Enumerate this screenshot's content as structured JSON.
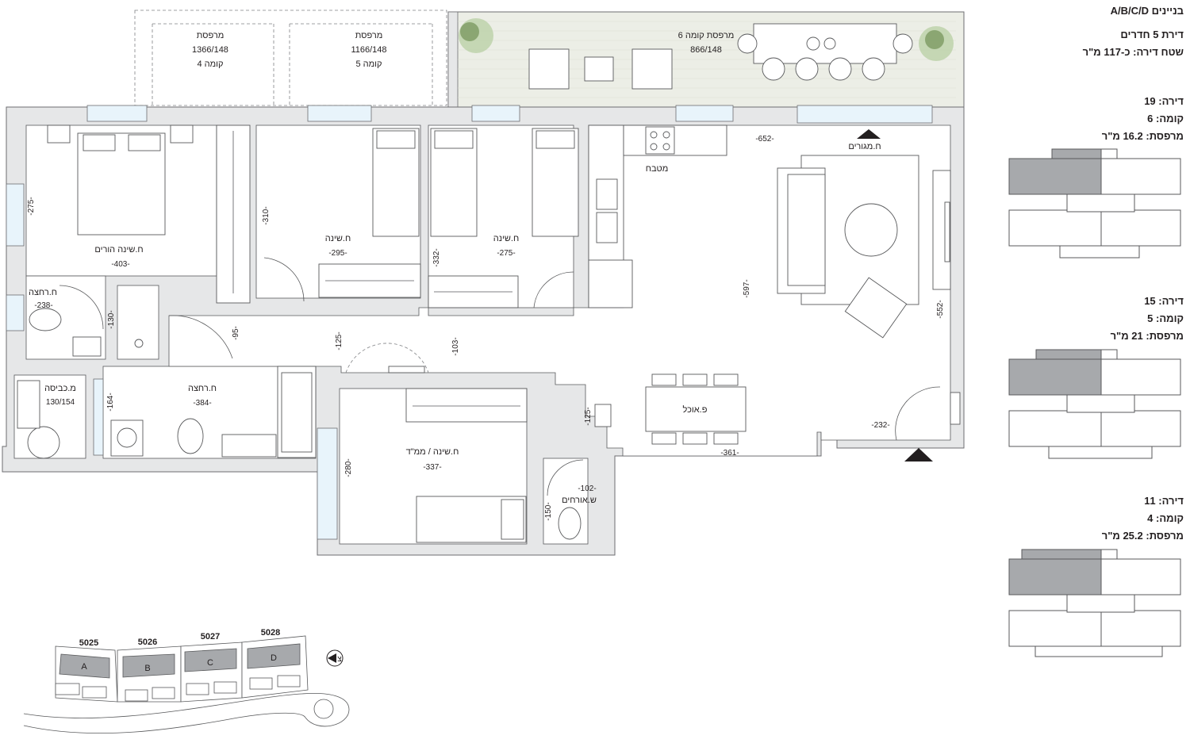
{
  "header": {
    "buildings": "בניינים A/B/C/D",
    "apartment_type": "דירת 5 חדרים",
    "area": "שטח דירה: כ-117 מ\"ר"
  },
  "units": [
    {
      "apt": "דירה: 19",
      "floor": "קומה: 6",
      "balcony": "מרפסת: 16.2 מ\"ר"
    },
    {
      "apt": "דירה: 15",
      "floor": "קומה: 5",
      "balcony": "מרפסת: 21 מ\"ר"
    },
    {
      "apt": "דירה: 11",
      "floor": "קומה: 4",
      "balcony": "מרפסת: 25.2 מ\"ר"
    }
  ],
  "balconies": [
    {
      "title": "מרפסת",
      "size": "1366/148",
      "floor": "קומה 4"
    },
    {
      "title": "מרפסת",
      "size": "1166/148",
      "floor": "קומה 5"
    },
    {
      "title": "מרפסת קומה 6",
      "size": "866/148"
    }
  ],
  "rooms": {
    "master_bedroom": "ח.שינה הורים",
    "bedroom_1": "ח.שינה",
    "bedroom_2": "ח.שינה",
    "kitchen": "מטבח",
    "living": "ח.מגורים",
    "bath_1": "ח.רחצה",
    "bath_2": "ח.רחצה",
    "laundry": "מ.כביסה",
    "laundry_size": "130/154",
    "safe_room": "ח.שינה / ממ\"ד",
    "dining": "פ.אוכל",
    "guest_wc": "ש.אורחים"
  },
  "dimensions": {
    "d275a": "-275-",
    "d403": "-403-",
    "d238": "-238-",
    "d130": "-130-",
    "d310": "-310-",
    "d295": "-295-",
    "d332": "-332-",
    "d275b": "-275-",
    "d652": "-652-",
    "d597": "-597-",
    "d552": "-552-",
    "d95": "-95-",
    "d125a": "-125-",
    "d103": "-103-",
    "d164": "-164-",
    "d384": "-384-",
    "d280": "-280-",
    "d337": "-337-",
    "d125b": "-125-",
    "d102": "-102-",
    "d150": "-150-",
    "d232": "-232-",
    "d361": "-361-"
  },
  "site_map": {
    "lots": [
      "5025",
      "5026",
      "5027",
      "5028"
    ],
    "buildings": [
      "A",
      "B",
      "C",
      "D"
    ],
    "north_label": "צ"
  },
  "colors": {
    "wall": "#e6e7e8",
    "highlight": "#a7a9ac",
    "deck": "#eceee6",
    "window": "#e8f4fb"
  }
}
